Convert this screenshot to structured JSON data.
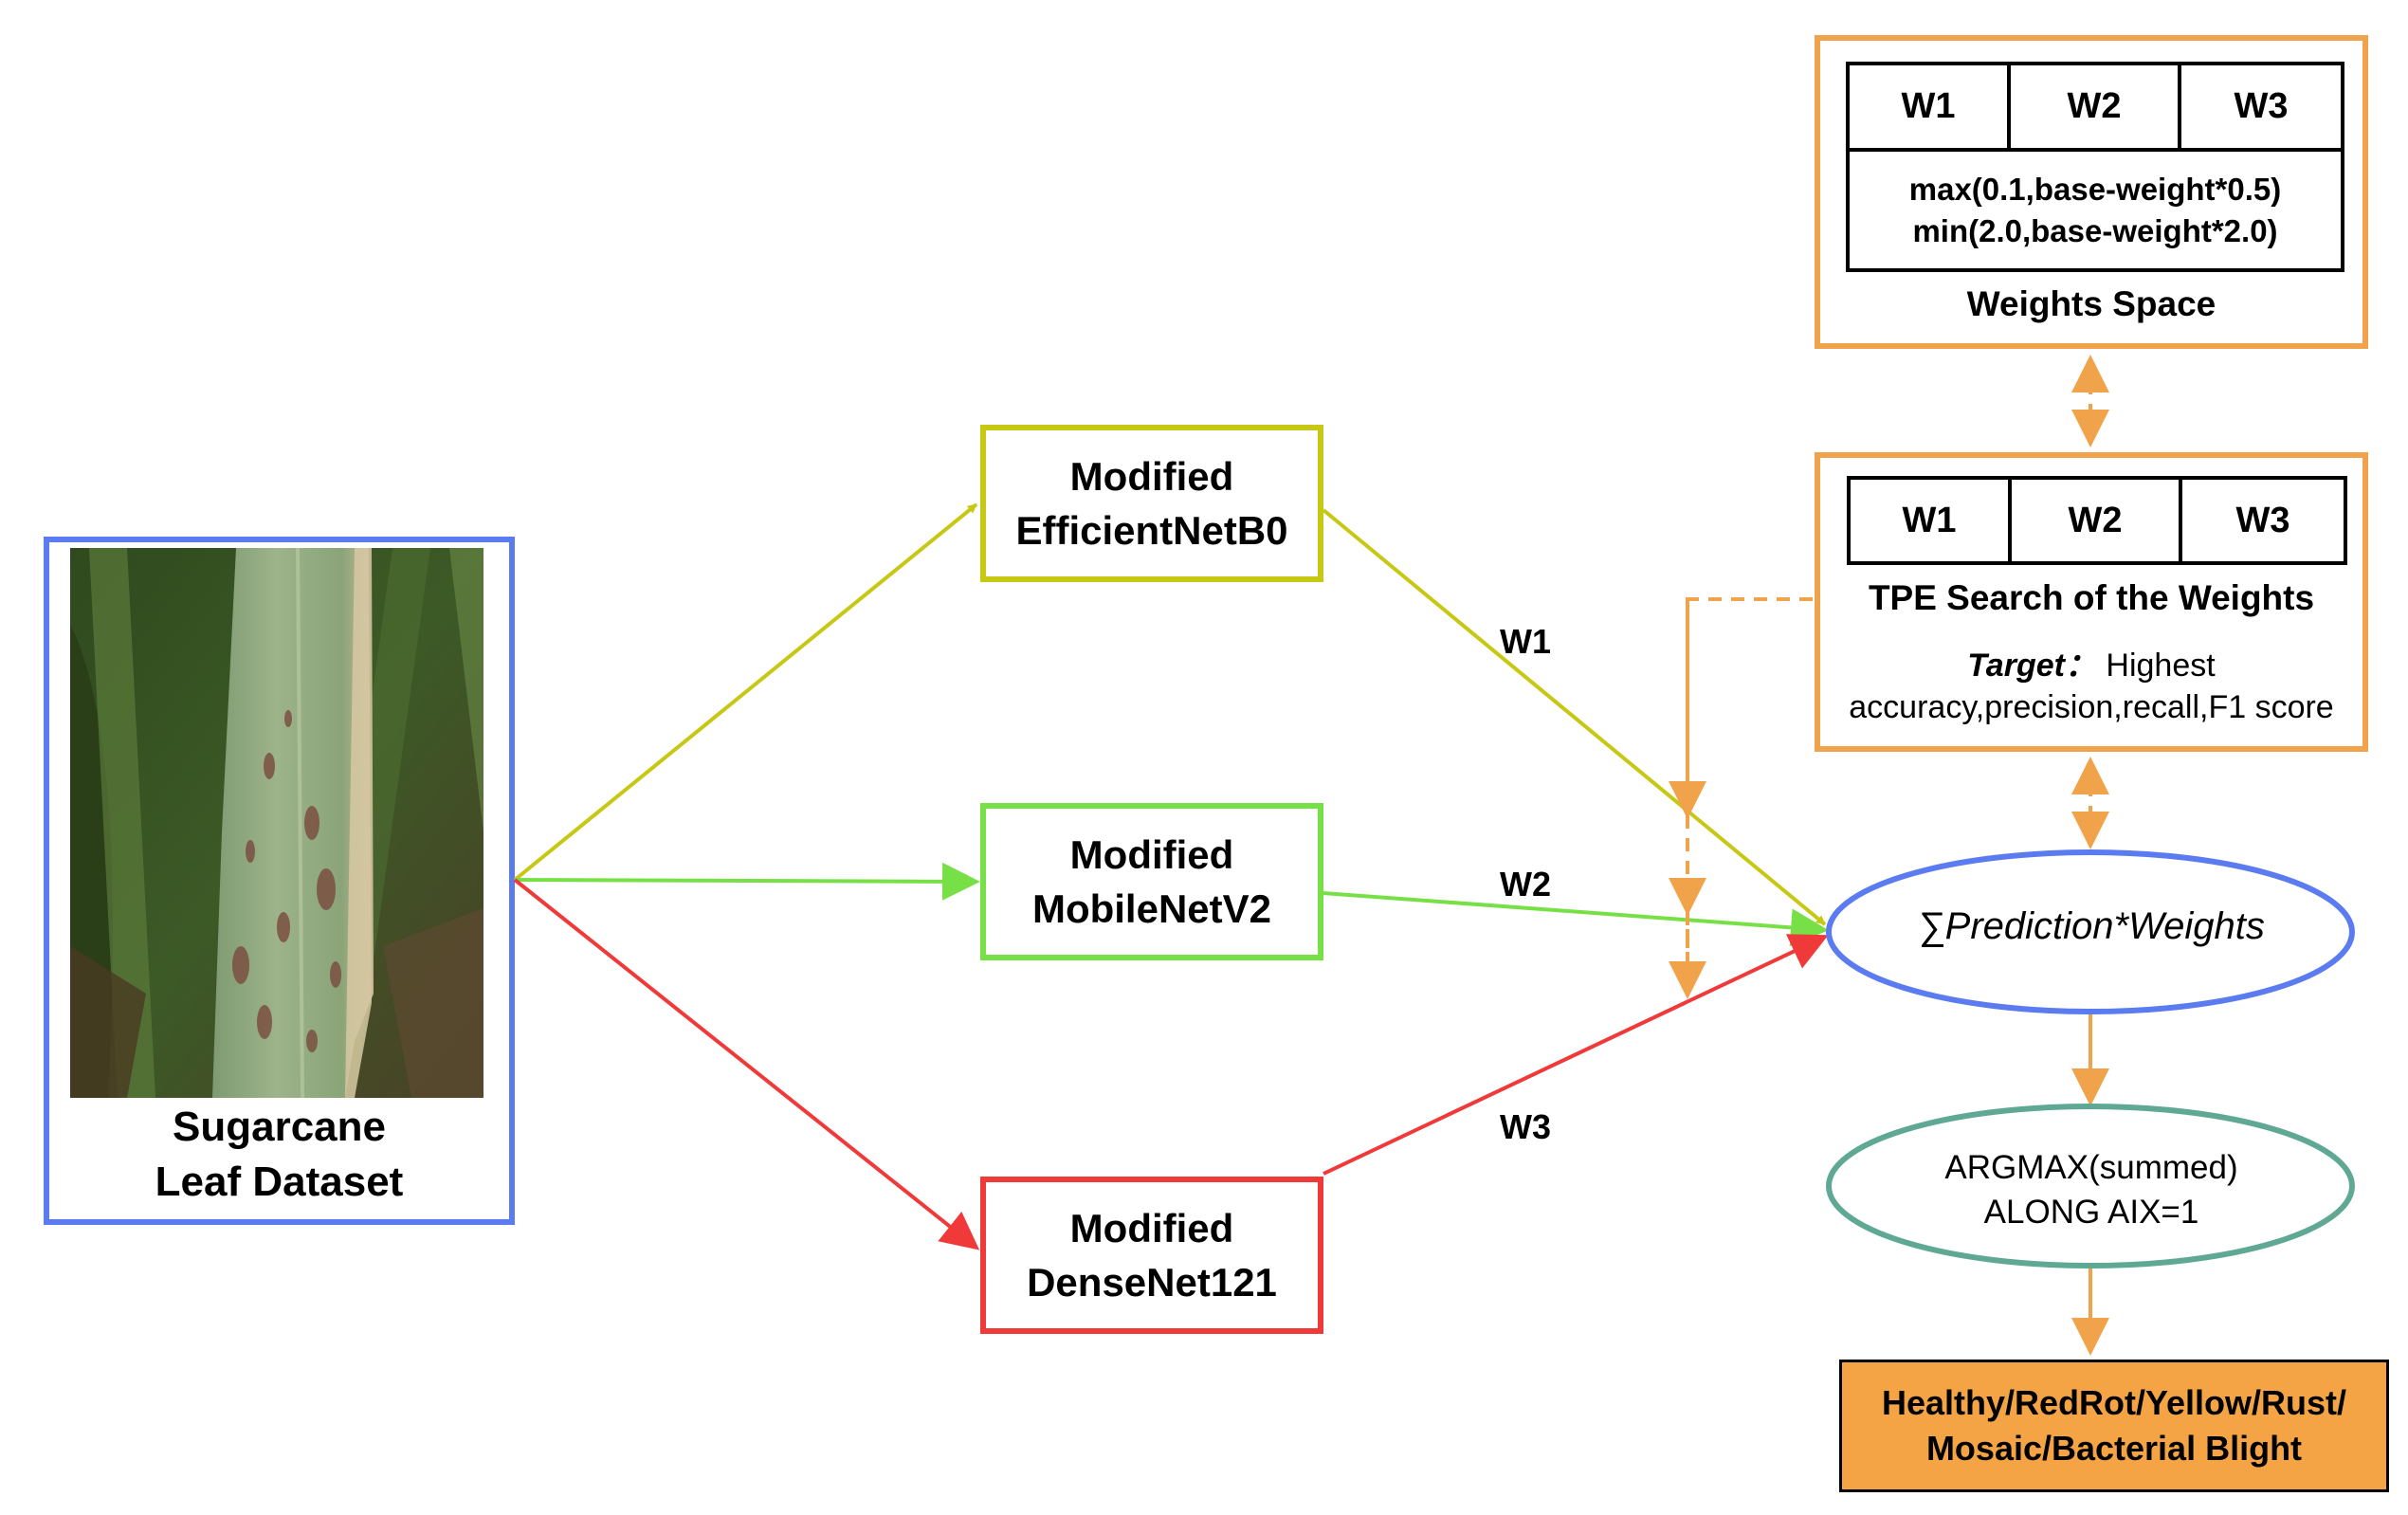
{
  "dataset": {
    "label_line1": "Sugarcane",
    "label_line2": "Leaf Dataset"
  },
  "models": {
    "efficientnet": {
      "line1": "Modified",
      "line2": "EfficientNetB0"
    },
    "mobilenet": {
      "line1": "Modified",
      "line2": "MobileNetV2"
    },
    "densenet": {
      "line1": "Modified",
      "line2": "DenseNet121"
    }
  },
  "weight_labels": {
    "w1": "W1",
    "w2": "W2",
    "w3": "W3"
  },
  "weights_space": {
    "headers": [
      "W1",
      "W2",
      "W3"
    ],
    "formula_line1": "max(0.1,base-weight*0.5)",
    "formula_line2": "min(2.0,base-weight*2.0)",
    "title": "Weights Space"
  },
  "tpe": {
    "headers": [
      "W1",
      "W2",
      "W3"
    ],
    "title": "TPE Search of the Weights",
    "target_label": "Target：",
    "target_value": "Highest",
    "metrics": "accuracy,precision,recall,F1 score"
  },
  "ensemble": {
    "formula": "∑Prediction*Weights"
  },
  "argmax": {
    "line1": "ARGMAX(summed)",
    "line2": "ALONG AIX=1"
  },
  "output": {
    "line1": "Healthy/RedRot/Yellow/Rust/",
    "line2": "Mosaic/Bacterial Blight"
  },
  "colors": {
    "dataset_border": "#5b7bf0",
    "efficientnet": "#c6c814",
    "mobilenet": "#77e046",
    "densenet": "#f03a3a",
    "search_orange": "#f0a34a",
    "ensemble_border": "#5b7bf0",
    "argmax_border": "#5fa894",
    "output_fill": "#f5a445"
  }
}
